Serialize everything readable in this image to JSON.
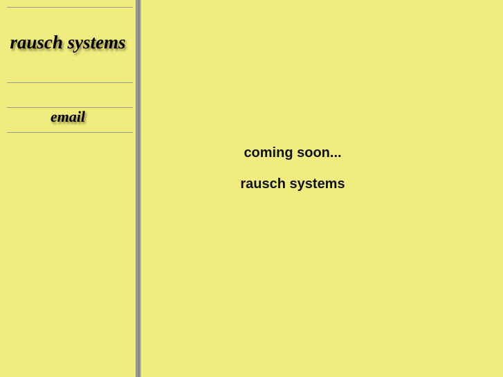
{
  "sidebar": {
    "logo_text": "rausch systems",
    "nav": [
      {
        "label": "email"
      }
    ]
  },
  "main": {
    "headline": "coming soon...",
    "company": "rausch systems"
  },
  "colors": {
    "background": "#f0ec80",
    "rule": "#9a9a8a",
    "divider": "#8a8a8a",
    "text": "#000000"
  }
}
